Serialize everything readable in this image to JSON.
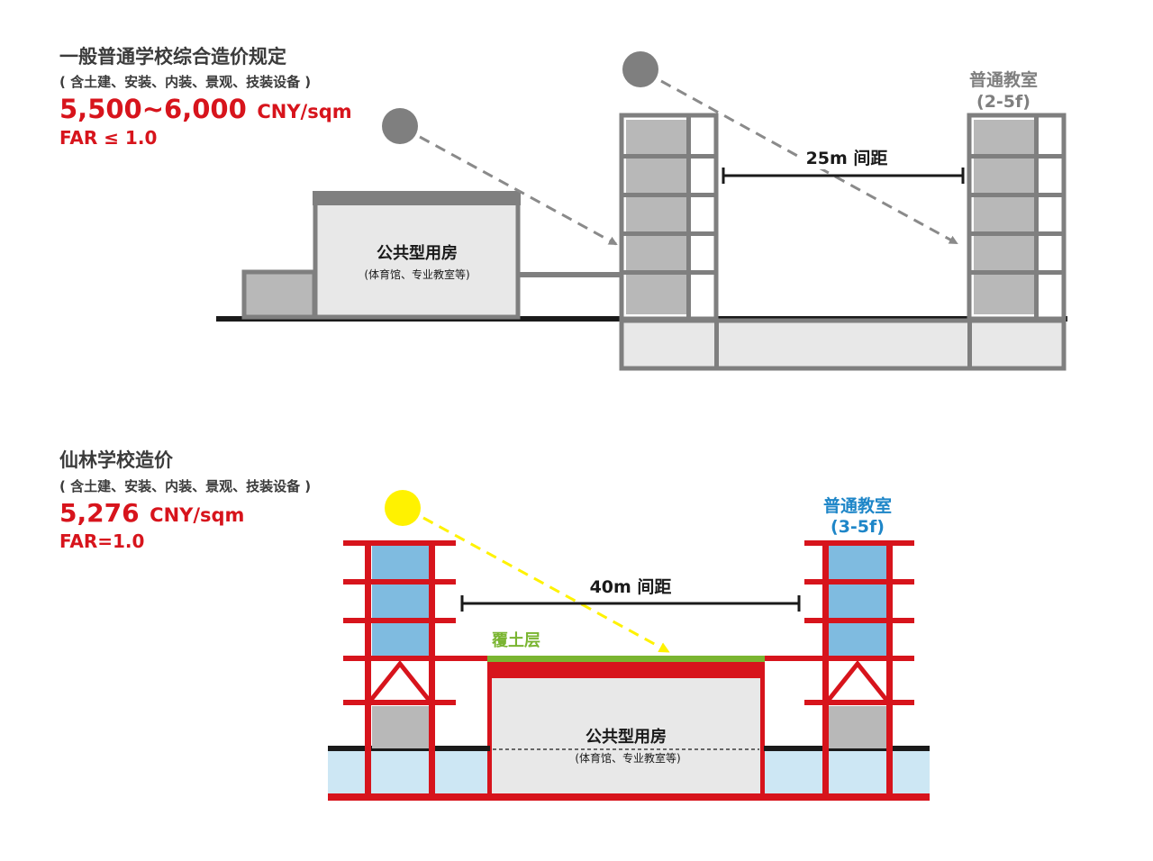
{
  "colors": {
    "grey_dark": "#7f7f7f",
    "grey_fill": "#b8b8b8",
    "grey_light": "#e8e8e8",
    "ground": "#1a1a1a",
    "red": "#d7141c",
    "blue": "#7fbbe0",
    "blue_pale": "#cde7f4",
    "green": "#7ab531",
    "sun": "#fff200",
    "label_blue": "#1e86c8",
    "text_dark": "#3b3b3b"
  },
  "top": {
    "title": "一般普通学校综合造价规定",
    "scope": "( 含土建、安装、内装、景观、技装设备 )",
    "price_range": "5,500~6,000",
    "unit": "CNY/sqm",
    "far": "FAR ≤ 1.0",
    "hall_name": "公共型用房",
    "hall_detail": "(体育馆、专业教室等)",
    "spacing": "25m 间距",
    "classroom": "普通教室",
    "classroom_floors": "(2-5f)"
  },
  "bottom": {
    "title": "仙林学校造价",
    "scope": "( 含土建、安装、内装、景观、技装设备 )",
    "price": "5,276",
    "unit": "CNY/sqm",
    "far": "FAR=1.0",
    "hall_name": "公共型用房",
    "hall_detail": "(体育馆、专业教室等)",
    "spacing": "40m 间距",
    "green_roof": "覆土层",
    "classroom": "普通教室",
    "classroom_floors": "(3-5f)"
  }
}
